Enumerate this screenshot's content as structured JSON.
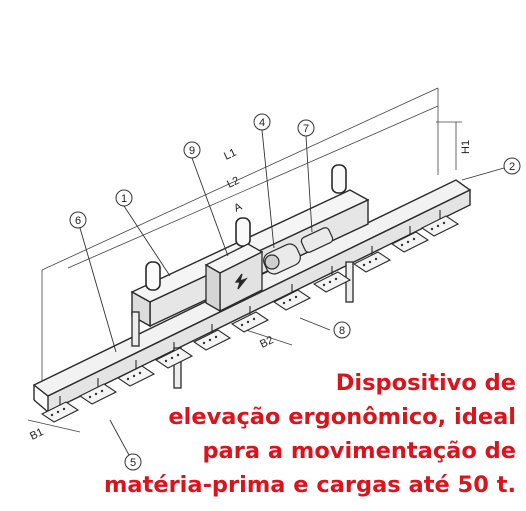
{
  "drawing": {
    "callouts": [
      "1",
      "2",
      "4",
      "5",
      "6",
      "7",
      "8",
      "9"
    ],
    "dimensions": {
      "l1": "L1",
      "l2": "L2",
      "h1": "H1",
      "b1": "B1",
      "b2": "B2",
      "a": "A"
    }
  },
  "caption": {
    "line1": "Dispositivo de",
    "line2": "elevação ergonômico, ideal",
    "line3": "para a movimentação de",
    "line4": "matéria-prima e cargas até 50 t."
  },
  "colors": {
    "caption": "#d8141c",
    "line": "#2a2a2a"
  }
}
